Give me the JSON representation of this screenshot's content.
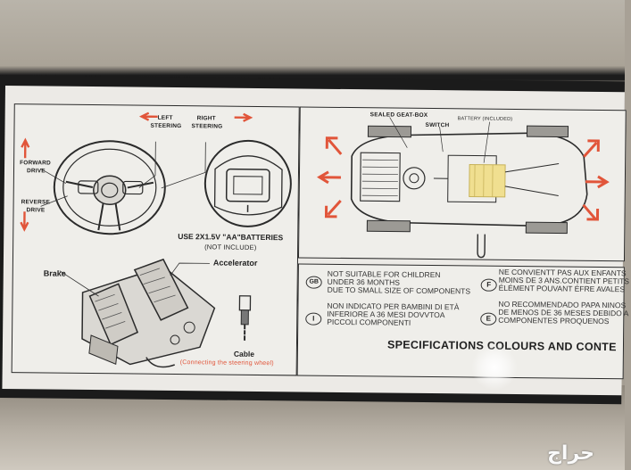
{
  "panel": {
    "steering": {
      "left_steering": "LEFT\nSTEERING",
      "left_steering_l1": "LEFT",
      "left_steering_l2": "STEERING",
      "right_steering_l1": "RIGHT",
      "right_steering_l2": "STEERING",
      "forward_l1": "FORWARD",
      "forward_l2": "DRIVE",
      "reverse_l1": "REVERSE",
      "reverse_l2": "DRIVE",
      "batteries": "USE 2X1.5V \"AA\"BATTERIES",
      "not_include": "(NOT INCLUDE)"
    },
    "pedals": {
      "brake": "Brake",
      "accelerator": "Accelerator",
      "cable": "Cable",
      "cable_note": "(Connecting the steering wheel)"
    },
    "car": {
      "sealed_gearbox": "SEALED GEAT-BOX",
      "switch": "SWITCH",
      "battery": "BATTERY (INCLUDED)"
    },
    "warnings": [
      {
        "code": "GB",
        "lines": [
          "NOT SUITABLE FOR CHILDREN",
          "UNDER 36 MONTHS",
          "DUE TO SMALL SIZE OF COMPONENTS"
        ]
      },
      {
        "code": "I",
        "lines": [
          "NON INDICATO PER BAMBINI DI ETÀ",
          "INFERIORE A 36 MESI DOVVTOA",
          "PICCOLI COMPONENTI"
        ]
      },
      {
        "code": "F",
        "lines": [
          "NE CONVIENTT PAS AUX ENFANTS",
          "MOINS DE 3 ANS.CONTIENT PETITS",
          "ÉLÉMENT POUVANT ÉFRE AVALES"
        ]
      },
      {
        "code": "E",
        "lines": [
          "NO RECOMMENDADO PAPA NINOS",
          "DE MENOS DE 36 MESES DEBIDO A",
          "COMPONENTES PROQUENOS"
        ]
      }
    ],
    "specifications": "SPECIFICATIONS COLOURS AND CONTE"
  },
  "watermark": "حراج",
  "colors": {
    "arrow": "#e1553a",
    "ink": "#2b2b2b",
    "paper": "#eceae6"
  }
}
